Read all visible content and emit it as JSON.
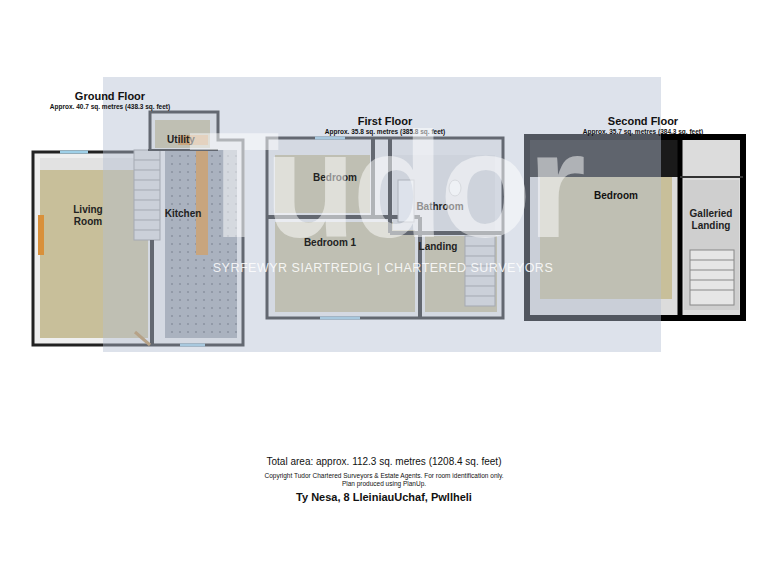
{
  "diagram": {
    "caption": "Ty Nesa, 8 LleiniauUchaf, Pwllheli",
    "nodes": [
      {
        "text": [
          "Ground Floor",
          "Approx. 40.7 sq. metres (438.3 sq. feet)"
        ]
      },
      {
        "text": [
          "Living Room"
        ],
        "in": 0
      },
      {
        "text": [
          "Utility"
        ],
        "in": 0
      },
      {
        "text": [
          "Kitchen"
        ],
        "in": 0
      },
      {
        "text": [
          "First Floor",
          "Approx. 35.8 sq. metres (385.8 sq. feet)"
        ]
      },
      {
        "text": [
          "Bedroom"
        ],
        "in": 4
      },
      {
        "text": [
          "Bathroom"
        ],
        "in": 4
      },
      {
        "text": [
          "Bedroom 1"
        ],
        "in": 4
      },
      {
        "text": [
          "Landing"
        ],
        "in": 4
      },
      {
        "text": [
          "Second Floor",
          "Approx. 35.7 sq. metres (384.3 sq. feet)"
        ]
      },
      {
        "text": [
          "Bedroom"
        ],
        "in": 9
      },
      {
        "text": [
          "Galleried Landing"
        ],
        "in": 9
      }
    ],
    "labels": [
      "Tudor",
      "SYRFEWYR SIARTREDIG | CHARTERED SURVEYORS",
      "Total area: approx. 112.3 sq. metres (1208.4 sq. feet)",
      "Copyright Tudor Chartered Surveyors & Estate Agents. For room identification only.",
      "Plan produced using PlanUp."
    ]
  }
}
